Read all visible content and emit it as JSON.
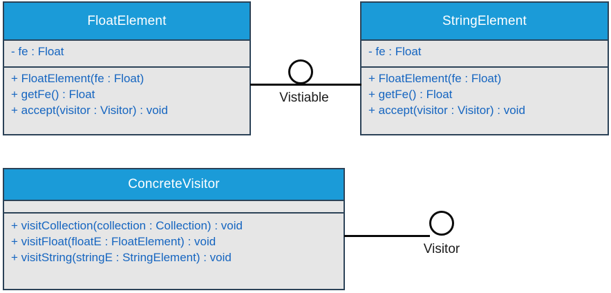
{
  "diagram": {
    "type": "uml-class-diagram",
    "background_color": "#ffffff",
    "header_color": "#1b9bd8",
    "body_color": "#e6e6e6",
    "border_color": "#2b4257",
    "member_text_color": "#1565c0",
    "label_text_color": "#1a1a1a"
  },
  "classes": [
    {
      "id": "float-element",
      "name": "FloatElement",
      "attributes": [
        "- fe : Float"
      ],
      "operations": [
        "+ FloatElement(fe : Float)",
        "+ getFe() : Float",
        "+ accept(visitor : Visitor) : void"
      ]
    },
    {
      "id": "string-element",
      "name": "StringElement",
      "attributes": [
        "- fe : Float"
      ],
      "operations": [
        "+ FloatElement(fe : Float)",
        "+ getFe() : Float",
        "+ accept(visitor : Visitor) : void"
      ]
    },
    {
      "id": "concrete-visitor",
      "name": "ConcreteVisitor",
      "attributes": [],
      "operations": [
        "+ visitCollection(collection : Collection) : void",
        "+ visitFloat(floatE : FloatElement) : void",
        "+ visitString(stringE : StringElement) : void"
      ]
    }
  ],
  "connectors": [
    {
      "id": "vistiable",
      "label": "Vistiable",
      "kind": "provided-interface-lollipop"
    },
    {
      "id": "visitor",
      "label": "Visitor",
      "kind": "provided-interface-lollipop"
    }
  ]
}
